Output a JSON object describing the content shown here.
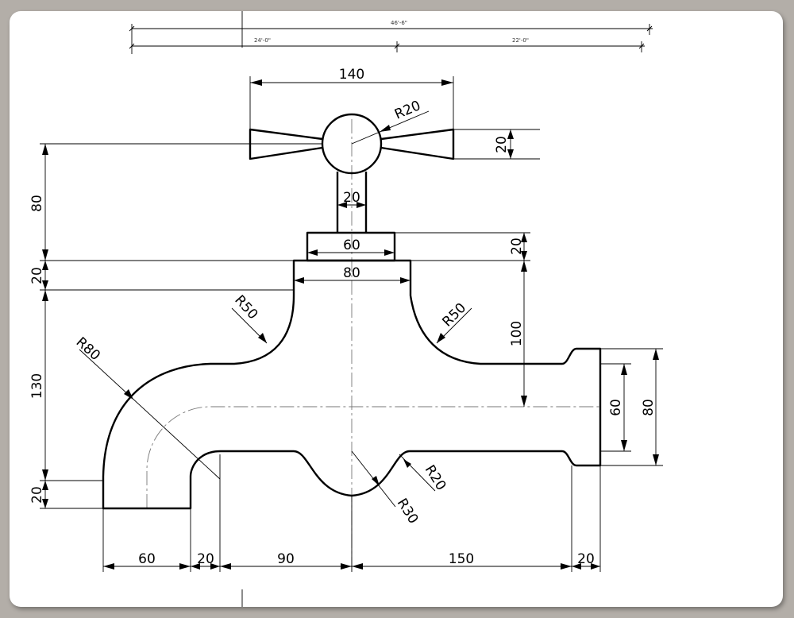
{
  "top_dimensions": {
    "overall": "46'-6\"",
    "left": "24'-0\"",
    "right": "22'-0\""
  },
  "dimensions": {
    "handle_width": "140",
    "handle_radius": "R20",
    "handle_height": "20",
    "stem_width": "20",
    "cap_width": "60",
    "cap_height": "20",
    "body_width": "80",
    "left_height_80": "80",
    "left_height_20_top": "20",
    "left_height_130": "130",
    "left_height_20_bottom": "20",
    "right_height_100": "100",
    "outlet_inner": "60",
    "outlet_outer": "80",
    "radius_r50_left": "R50",
    "radius_r50_right": "R50",
    "radius_r80": "R80",
    "radius_r20_bottom": "R20",
    "radius_r30": "R30",
    "bottom_60": "60",
    "bottom_20_left": "20",
    "bottom_90": "90",
    "bottom_150": "150",
    "bottom_20_right": "20"
  },
  "colors": {
    "background": "#b3aea8",
    "sheet": "#ffffff",
    "ink": "#000000"
  }
}
